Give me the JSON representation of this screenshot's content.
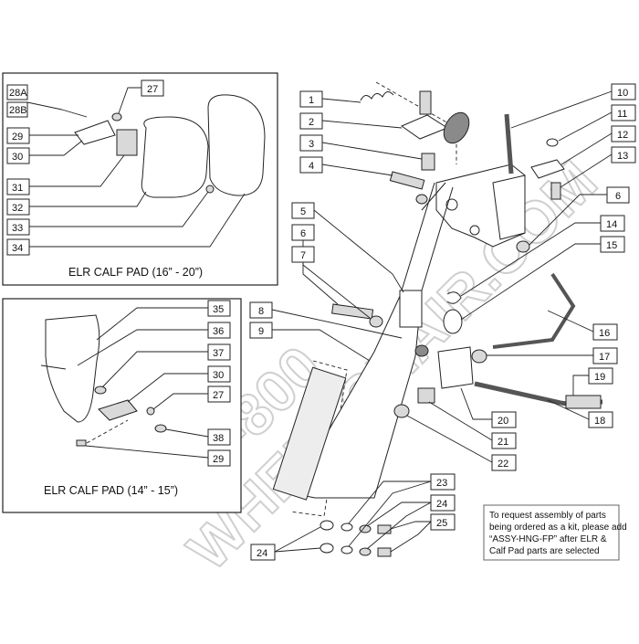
{
  "insets": {
    "top_title": "ELR CALF PAD (16” - 20”)",
    "bottom_title": "ELR CALF PAD (14” - 15”)"
  },
  "watermark": {
    "line1": "1-800",
    "line2": "WHEELCHAIR.COM"
  },
  "note": {
    "lines": [
      "To request assembly of parts",
      "being ordered as a kit, please add",
      "“ASSY-HNG-FP” after ELR &",
      "Calf Pad parts are selected"
    ]
  },
  "callouts": {
    "c28a": "28A",
    "c28b": "28B",
    "c27a": "27",
    "c29a": "29",
    "c30a": "30",
    "c31": "31",
    "c32": "32",
    "c33": "33",
    "c34": "34",
    "c35": "35",
    "c36": "36",
    "c37": "37",
    "c30b": "30",
    "c27b": "27",
    "c38": "38",
    "c29b": "29",
    "c1": "1",
    "c2": "2",
    "c3": "3",
    "c4": "4",
    "c5": "5",
    "c6a": "6",
    "c7": "7",
    "c8": "8",
    "c9": "9",
    "c10": "10",
    "c11": "11",
    "c12": "12",
    "c13": "13",
    "c6b": "6",
    "c14": "14",
    "c15": "15",
    "c16": "16",
    "c17": "17",
    "c19": "19",
    "c18": "18",
    "c20": "20",
    "c21": "21",
    "c22": "22",
    "c23": "23",
    "c24a": "24",
    "c25": "25",
    "c24b": "24"
  }
}
